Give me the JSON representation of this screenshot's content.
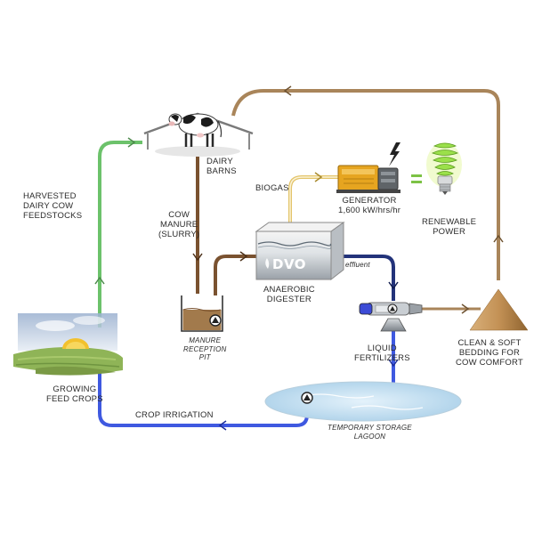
{
  "labels": {
    "harvested": "HARVESTED\nDAIRY COW\nFEEDSTOCKS",
    "dairy_barns": "DAIRY\nBARNS",
    "cow_manure": "COW\nMANURE\n(SLURRY)",
    "biogas": "BIOGAS",
    "generator": "GENERATOR\n1,600 kW/hrs/hr",
    "renewable_power": "RENEWABLE\nPOWER",
    "effluent": "effluent",
    "anaerobic_digester": "ANAEROBIC\nDIGESTER",
    "manure_pit": "MANURE\nRECEPTION\nPIT",
    "liquid_fertilizers": "LIQUID\nFERTILIZERS",
    "bedding": "CLEAN & SOFT\nBEDDING FOR\nCOW COMFORT",
    "growing_crops": "GROWING\nFEED CROPS",
    "crop_irrigation": "CROP IRRIGATION",
    "lagoon": "TEMPORARY STORAGE\nLAGOON",
    "digester_logo": "DVO"
  },
  "colors": {
    "feedstock_flow": "#6cc26b",
    "manure_flow": "#7a5230",
    "bedding_flow": "#a9855a",
    "biogas_flow": "#e3c46a",
    "effluent_flow": "#23337a",
    "water_flow": "#3f59e0"
  },
  "icons": [
    "cow-icon",
    "barn-icon",
    "generator-icon",
    "lightning-icon",
    "light-bulb-icon",
    "equals-icon",
    "digester-tank-icon",
    "pump-icon",
    "separator-icon",
    "bedding-pile-icon",
    "lagoon-icon",
    "farm-field-icon",
    "sun-icon"
  ]
}
